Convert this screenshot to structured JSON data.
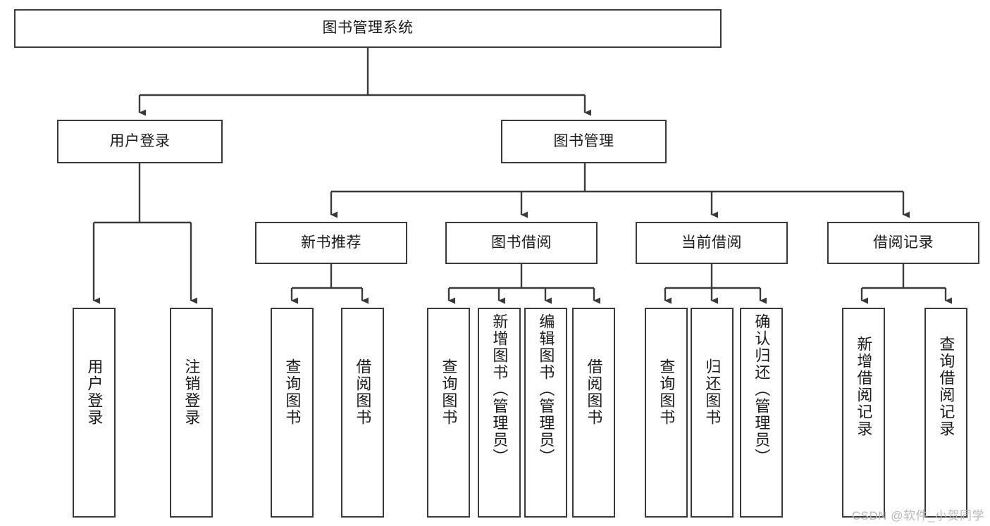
{
  "diagram": {
    "type": "tree",
    "title": "图书管理系统",
    "orientation": "top-down",
    "edge_style": "orthogonal-arrow",
    "colors": {
      "background": "#ffffff",
      "box_fill": "#ffffff",
      "box_stroke": "#3a3a3a",
      "text": "#1b1b1b",
      "watermark": "#b9b9b9"
    },
    "nodes": {
      "root": {
        "label": "图书管理系统"
      },
      "level1": [
        {
          "id": "user-login",
          "label": "用户登录"
        },
        {
          "id": "book-management",
          "label": "图书管理"
        }
      ],
      "level2": [
        {
          "id": "new-book-recommend",
          "label": "新书推荐"
        },
        {
          "id": "book-borrow",
          "label": "图书借阅"
        },
        {
          "id": "current-borrow",
          "label": "当前借阅"
        },
        {
          "id": "borrow-record",
          "label": "借阅记录"
        }
      ],
      "leaves": {
        "user-login": [
          {
            "id": "leaf-user-login",
            "label": "用户登录"
          },
          {
            "id": "leaf-logout",
            "label": "注销登录"
          }
        ],
        "new-book-recommend": [
          {
            "id": "leaf-query-book-1",
            "label": "查询图书"
          },
          {
            "id": "leaf-borrow-book-1",
            "label": "借阅图书"
          }
        ],
        "book-borrow": [
          {
            "id": "leaf-query-book-2",
            "label": "查询图书"
          },
          {
            "id": "leaf-add-book",
            "label": "新增图书（管理员）"
          },
          {
            "id": "leaf-edit-book",
            "label": "编辑图书（管理员）"
          },
          {
            "id": "leaf-borrow-book-2",
            "label": "借阅图书"
          }
        ],
        "current-borrow": [
          {
            "id": "leaf-query-book-3",
            "label": "查询图书"
          },
          {
            "id": "leaf-return-book",
            "label": "归还图书"
          },
          {
            "id": "leaf-confirm-return",
            "label": "确认归还（管理员）"
          }
        ],
        "borrow-record": [
          {
            "id": "leaf-add-record",
            "label": "新增借阅记录"
          },
          {
            "id": "leaf-query-record",
            "label": "查询借阅记录"
          }
        ]
      }
    }
  },
  "watermark": {
    "text": "CSDN @软件_小贺同学"
  }
}
